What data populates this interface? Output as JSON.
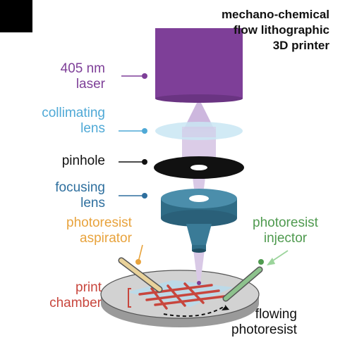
{
  "title": {
    "lines": [
      "mechano-chemical",
      "flow lithographic",
      "3D printer"
    ]
  },
  "labels": {
    "laser": {
      "line1": "405 nm",
      "line2": "laser",
      "color": "#7e3f98"
    },
    "collimating_lens": {
      "line1": "collimating",
      "line2": "lens",
      "color": "#4fa9d6"
    },
    "pinhole": {
      "line1": "pinhole",
      "color": "#111111"
    },
    "focusing_lens": {
      "line1": "focusing",
      "line2": "lens",
      "color": "#2e6f9e"
    },
    "aspirator": {
      "line1": "photoresist",
      "line2": "aspirator",
      "color": "#e8a33d"
    },
    "injector": {
      "line1": "photoresist",
      "line2": "injector",
      "color": "#4f9a4f"
    },
    "print_chamber": {
      "line1": "print",
      "line2": "chamber",
      "color": "#c8463d"
    },
    "flowing": {
      "line1": "flowing",
      "line2": "photoresist",
      "color": "#111111"
    }
  },
  "colors": {
    "laser_body": "#7e3f98",
    "beam": "#d9c9e6",
    "collimating_lens": "#c9e6f3",
    "focusing_lens": "#3f7f98",
    "plate": "#c9c9c9",
    "chamber_fill": "#b9dcec",
    "grid": "#c8463d"
  }
}
